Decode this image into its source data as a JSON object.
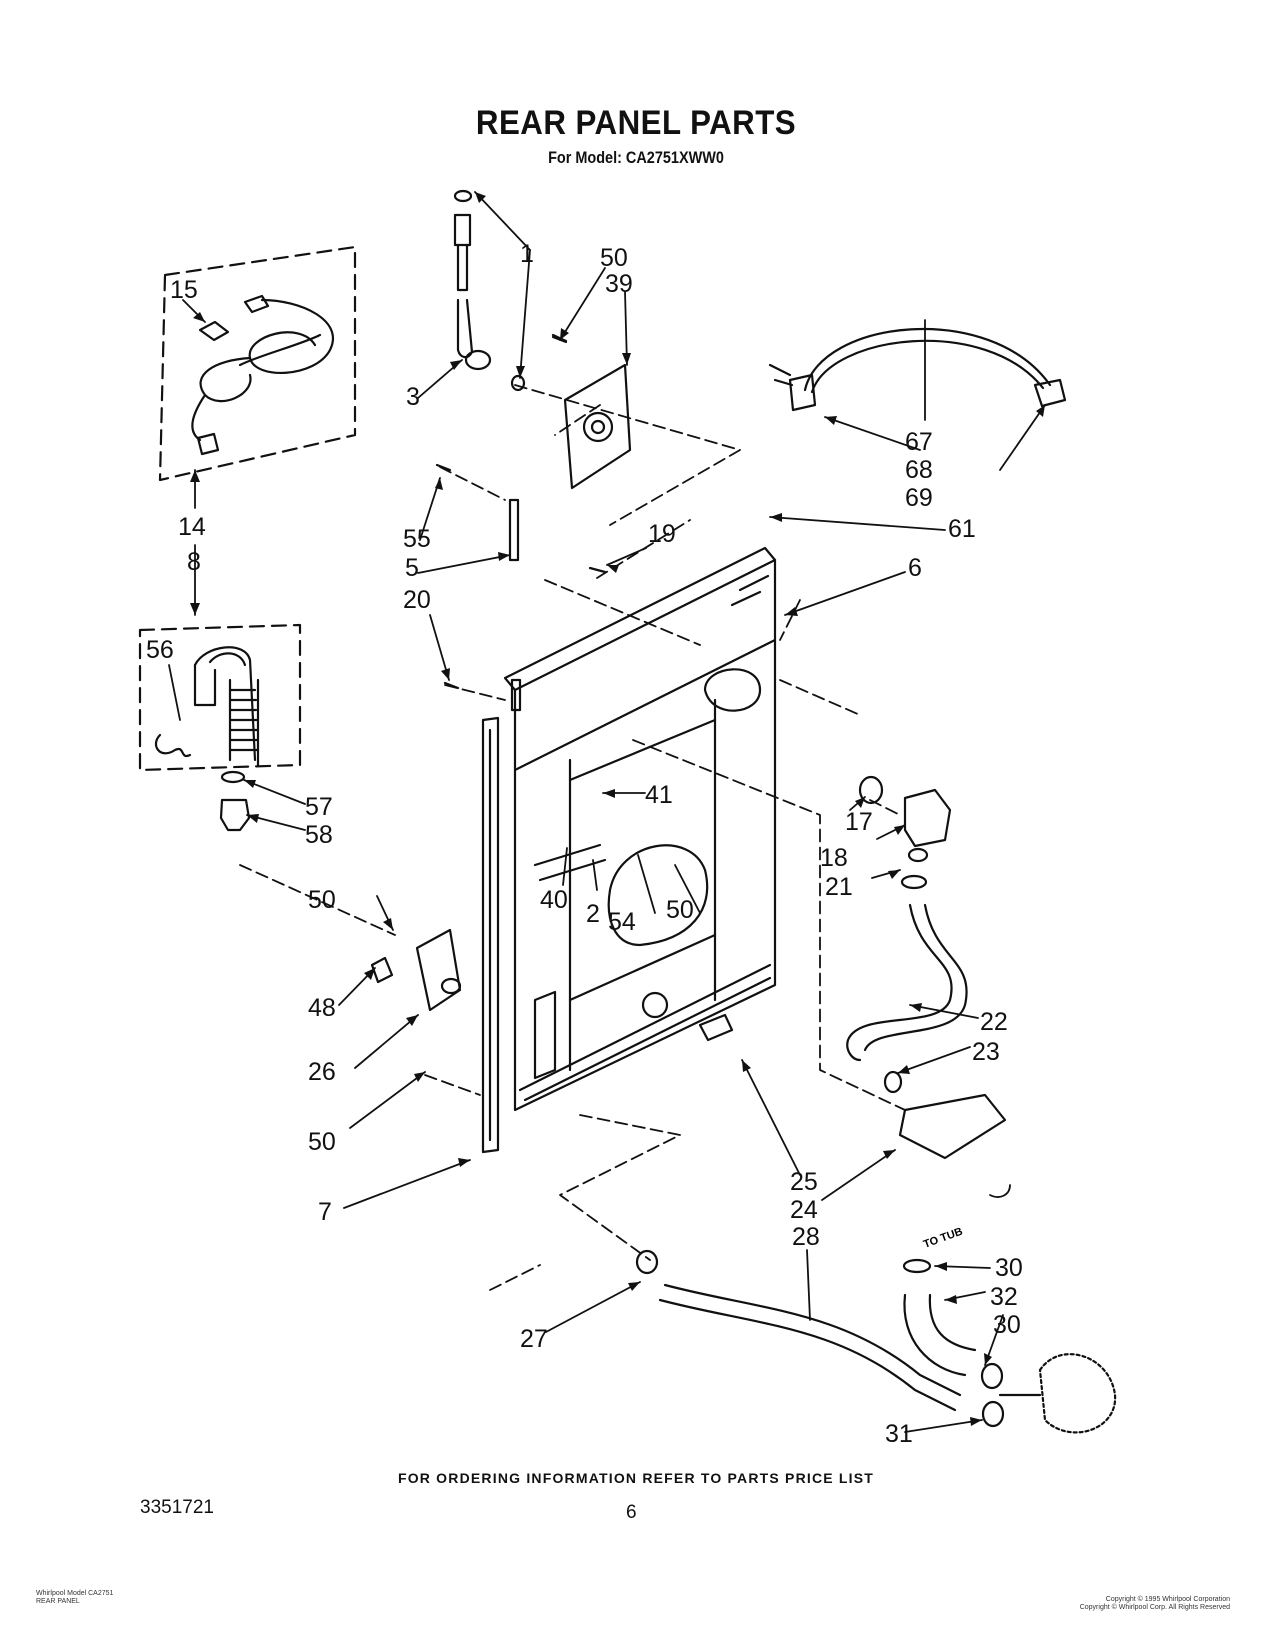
{
  "header": {
    "title": "REAR PANEL PARTS",
    "subtitle": "For Model: CA2751XWW0"
  },
  "callouts": [
    "1",
    "50",
    "39",
    "15",
    "3",
    "67",
    "68",
    "69",
    "14",
    "55",
    "19",
    "61",
    "5",
    "6",
    "20",
    "8",
    "56",
    "41",
    "17",
    "18",
    "57",
    "58",
    "21",
    "40",
    "2",
    "54",
    "50",
    "50",
    "22",
    "48",
    "23",
    "26",
    "50",
    "25",
    "24",
    "7",
    "28",
    "30",
    "32",
    "30",
    "27",
    "31"
  ],
  "annotations": {
    "to_tub": "TO TUB"
  },
  "footer": {
    "ordering_info": "FOR ORDERING INFORMATION REFER TO PARTS PRICE LIST",
    "doc_number": "3351721",
    "page_number": "6",
    "fine_left_1": "Whirlpool Model CA2751",
    "fine_left_2": "REAR PANEL",
    "fine_right_1": "Copyright © 1995 Whirlpool Corporation",
    "fine_right_2": "Copyright © Whirlpool Corp. All Rights Reserved"
  },
  "colors": {
    "ink": "#111111",
    "background": "#ffffff"
  }
}
